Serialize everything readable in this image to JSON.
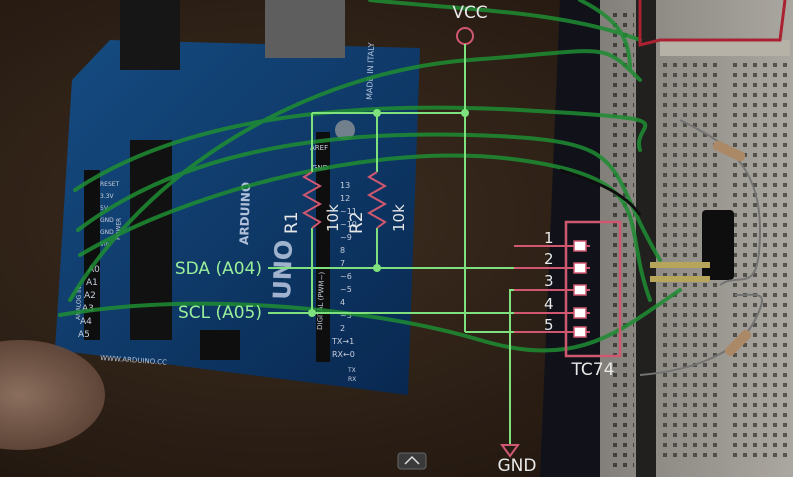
{
  "power": {
    "vcc": "VCC",
    "gnd": "GND"
  },
  "resistors": [
    {
      "name": "R1",
      "value": "10k"
    },
    {
      "name": "R2",
      "value": "10k"
    }
  ],
  "signals": {
    "sda": "SDA (A04)",
    "scl": "SCL (A05)"
  },
  "chip": {
    "name": "TC74",
    "pins": [
      "1",
      "2",
      "3",
      "4",
      "5"
    ]
  },
  "board": {
    "brand": "ARDUINO",
    "model": "UNO",
    "origin": "MADE IN ITALY",
    "url": "WWW.ARDUINO.CC",
    "aref": "AREF",
    "gnd_pin": "GND",
    "digital_label": "DIGITAL (PWM~)",
    "header_numbers": [
      "13",
      "12",
      "~11",
      "~10",
      "~9",
      "8",
      "7",
      "~6",
      "~5",
      "4",
      "~3",
      "2",
      "TX→1",
      "RX←0"
    ],
    "analog_pins": [
      "A0",
      "A1",
      "A2",
      "A3",
      "A4",
      "A5"
    ],
    "analog_label": "ANALOG IN",
    "power_label": "POWER",
    "power_pins": [
      "RESET",
      "3.3V",
      "5V",
      "GND",
      "GND",
      "Vin"
    ],
    "tx_label": "TX",
    "rx_label": "RX"
  },
  "colors": {
    "schematic": "#cf5870",
    "net": "#7ee17e",
    "net_label": "#9af09a",
    "vcc_text": "#e8e8e8",
    "wire": "#24a63c",
    "board": "#0d3e78",
    "table": "#3a281c"
  }
}
